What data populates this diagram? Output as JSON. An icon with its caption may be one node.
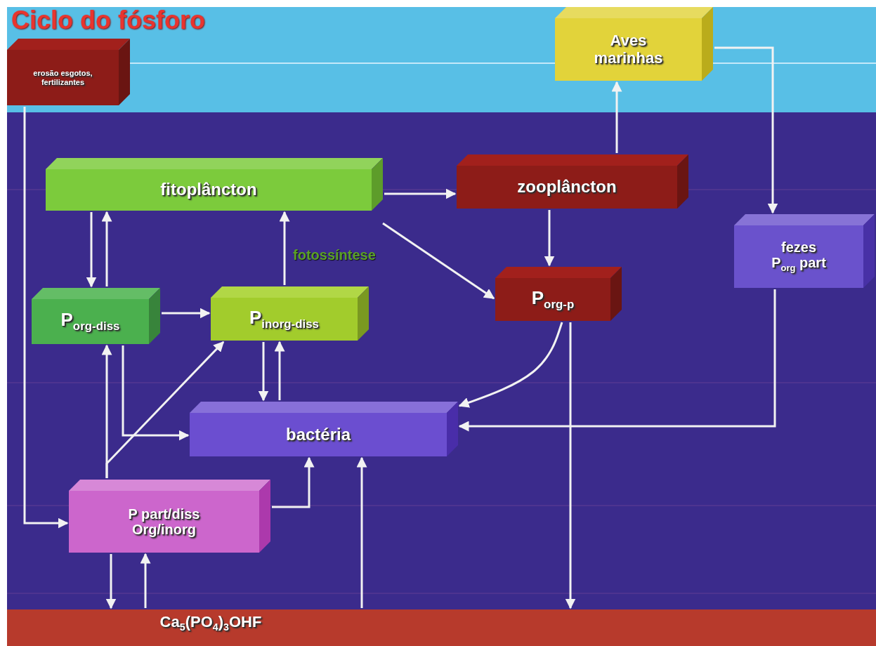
{
  "diagram": {
    "title": "Ciclo do fósforo",
    "nodes": [
      {
        "text": [
          "erosão esgotos, fertilizantes"
        ]
      },
      {
        "text": [
          "Aves marinhas"
        ]
      },
      {
        "text": [
          "fitoplâncton"
        ]
      },
      {
        "text": [
          "zooplâncton"
        ]
      },
      {
        "text": [
          "fezes",
          "P$_{org}$ part"
        ]
      },
      {
        "text": [
          "P$_{org-diss}$"
        ]
      },
      {
        "text": [
          "P$_{inorg-diss}$"
        ]
      },
      {
        "text": [
          "P$_{org-p}$"
        ]
      },
      {
        "text": [
          "bactéria"
        ]
      },
      {
        "text": [
          "P part/diss Org/inorg"
        ]
      },
      {
        "text": [
          "Ca$_{5}$(PO$_{4}$)$_{3}$OHF"
        ]
      }
    ],
    "edges": [
      {
        "from": 0,
        "to": 9,
        "arrow": "to"
      },
      {
        "from": 1,
        "to": 4,
        "arrow": "to"
      },
      {
        "from": 3,
        "to": 1,
        "arrow": "to"
      },
      {
        "from": 2,
        "to": 3,
        "arrow": "to"
      },
      {
        "from": 2,
        "to": 5,
        "arrow": "to"
      },
      {
        "from": 5,
        "to": 2,
        "arrow": "to"
      },
      {
        "from": 6,
        "to": 2,
        "arrow": "to",
        "label": "fotossíntese"
      },
      {
        "from": 2,
        "to": 7,
        "arrow": "to"
      },
      {
        "from": 3,
        "to": 7,
        "arrow": "to"
      },
      {
        "from": 5,
        "to": 6,
        "arrow": "to"
      },
      {
        "from": 5,
        "to": 8,
        "arrow": "to"
      },
      {
        "from": 9,
        "to": 5,
        "arrow": "to"
      },
      {
        "from": 9,
        "to": 6,
        "arrow": "to"
      },
      {
        "from": 6,
        "to": 8,
        "arrow": "to"
      },
      {
        "from": 8,
        "to": 6,
        "arrow": "to"
      },
      {
        "from": 7,
        "to": 8,
        "arrow": "to"
      },
      {
        "from": 4,
        "to": 8,
        "arrow": "to"
      },
      {
        "from": 7,
        "to": 10,
        "arrow": "to"
      },
      {
        "from": 9,
        "to": 8,
        "arrow": "to"
      },
      {
        "from": 9,
        "to": 10,
        "arrow": "to"
      },
      {
        "from": 10,
        "to": 9,
        "arrow": "to"
      },
      {
        "from": 10,
        "to": 8,
        "arrow": "to"
      }
    ]
  }
}
